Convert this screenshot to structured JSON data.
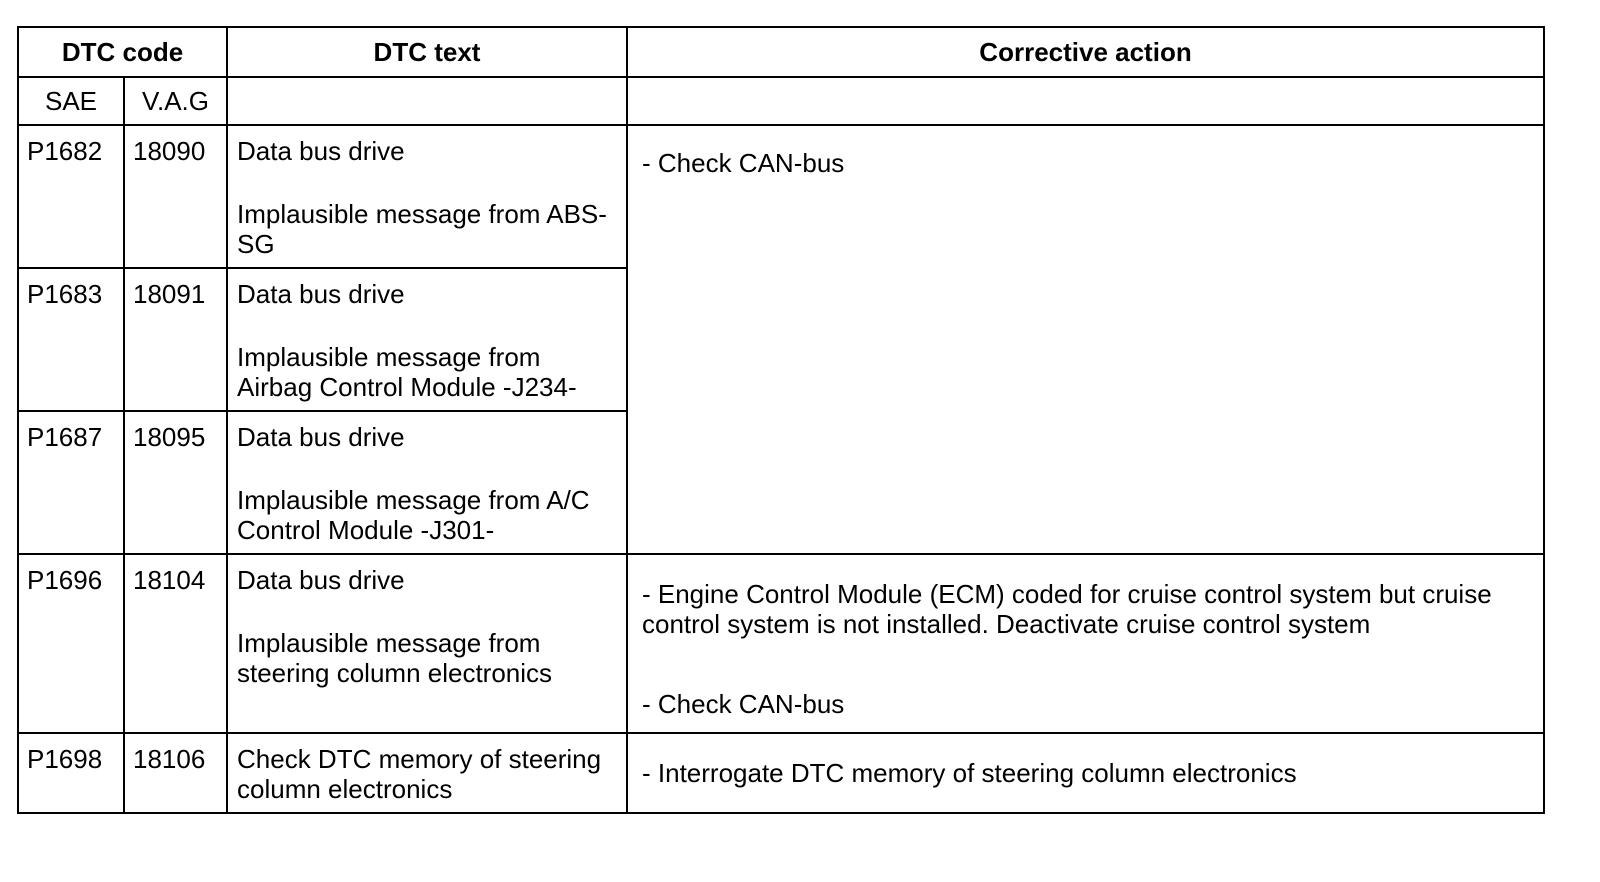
{
  "header": {
    "dtc_code": "DTC code",
    "dtc_text": "DTC text",
    "corrective_action": "Corrective action",
    "sae": "SAE",
    "vag": "V.A.G"
  },
  "rows": [
    {
      "sae": "P1682",
      "vag": "18090",
      "text_line1": "Data bus drive",
      "text_line2": "Implausible message from ABS-SG"
    },
    {
      "sae": "P1683",
      "vag": "18091",
      "text_line1": "Data bus drive",
      "text_line2": "Implausible message from Airbag Control Module -J234-"
    },
    {
      "sae": "P1687",
      "vag": "18095",
      "text_line1": "Data bus drive",
      "text_line2": "Implausible message from A/C Control Module -J301-"
    },
    {
      "sae": "P1696",
      "vag": "18104",
      "text_line1": "Data bus drive",
      "text_line2": "Implausible message from steering column electronics"
    },
    {
      "sae": "P1698",
      "vag": "18106",
      "text_line1": "Check DTC memory of steering column electronics"
    }
  ],
  "actions": {
    "group1": "- Check CAN-bus",
    "group2_line1": "- Engine Control Module (ECM) coded for cruise control system but cruise control system is not installed. Deactivate cruise control system",
    "group2_line2": "- Check CAN-bus",
    "group3": "- Interrogate DTC memory of steering column electronics"
  }
}
